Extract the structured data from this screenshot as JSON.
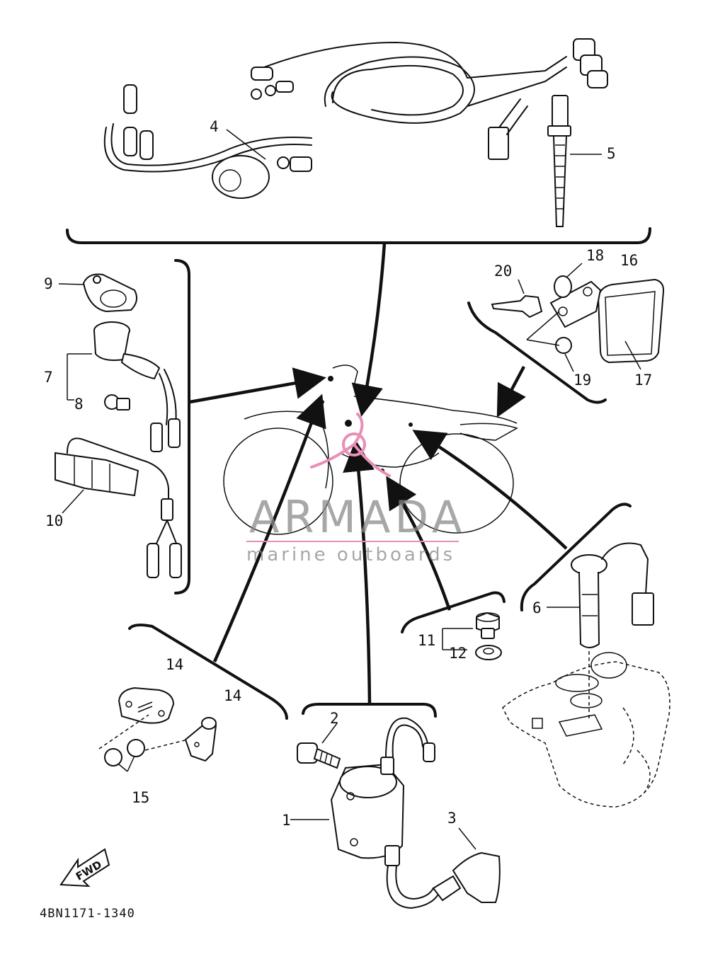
{
  "diagram": {
    "code": "4BN1171-1340",
    "fwd_label": "FWD",
    "watermark": {
      "title": "ARMADA",
      "subtitle": "marine outboards",
      "brand_pink": "#e88fb7"
    },
    "callouts": {
      "c1": "1",
      "c2": "2",
      "c3": "3",
      "c4": "4",
      "c5": "5",
      "c6": "6",
      "c7": "7",
      "c8": "8",
      "c9": "9",
      "c10": "10",
      "c11": "11",
      "c12": "12",
      "c14a": "14",
      "c14b": "14",
      "c15": "15",
      "c16": "16",
      "c17": "17",
      "c18": "18",
      "c19": "19",
      "c20": "20"
    }
  }
}
